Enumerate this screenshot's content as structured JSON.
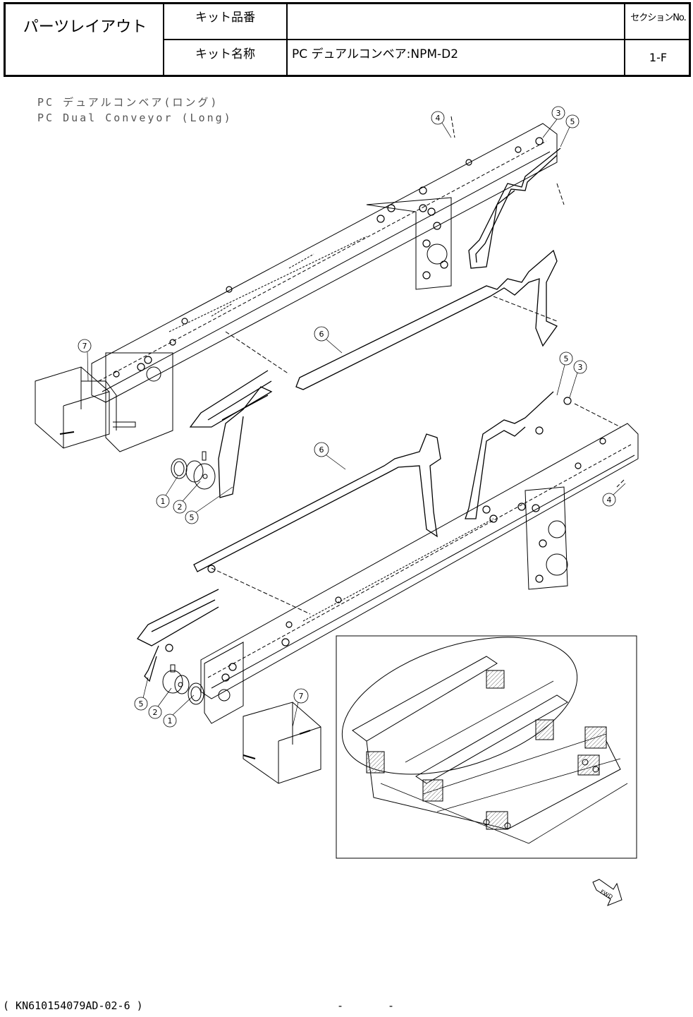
{
  "header": {
    "title": "パーツレイアウト",
    "kit_number_label": "キット品番",
    "kit_number_value": "",
    "kit_name_label": "キット名称",
    "kit_name_value": "PC デュアルコンベア:NPM-D2",
    "section_label": "セクションNo.",
    "section_value": "1-F"
  },
  "drawing": {
    "subtitle_jp": "PC デュアルコンベア(ロング)",
    "subtitle_en": "PC Dual Conveyor (Long)",
    "callouts": [
      "1",
      "2",
      "3",
      "4",
      "5",
      "6",
      "7"
    ],
    "direction_marker": "FWD"
  },
  "footer": {
    "code": "( KN610154079AD-02-6 )",
    "page_dash_left": "-",
    "page_dash_right": "-"
  }
}
